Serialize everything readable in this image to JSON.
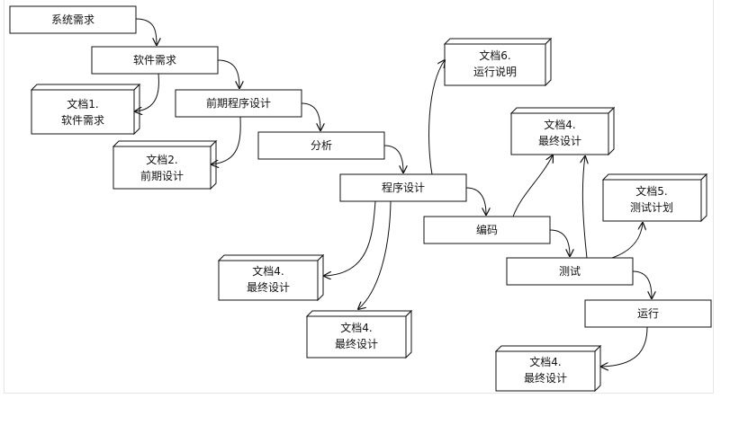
{
  "nodes": {
    "sys_req": "系统需求",
    "sw_req": "软件需求",
    "doc1": [
      "文档1.",
      "软件需求"
    ],
    "prelim_design": "前期程序设计",
    "doc2": [
      "文档2.",
      "前期设计"
    ],
    "analysis": "分析",
    "prog_design": "程序设计",
    "doc6": [
      "文档6.",
      "运行说明"
    ],
    "doc4_top": [
      "文档4.",
      "最终设计"
    ],
    "coding": "编码",
    "doc5": [
      "文档5.",
      "测试计划"
    ],
    "testing": "测试",
    "operation": "运行",
    "doc4_left": [
      "文档4.",
      "最终设计"
    ],
    "doc4_mid": [
      "文档4.",
      "最终设计"
    ],
    "doc4_bottom": [
      "文档4.",
      "最终设计"
    ]
  },
  "colors": {
    "stroke": "#111111",
    "fill": "#ffffff",
    "frame": "#e6e6e6"
  }
}
